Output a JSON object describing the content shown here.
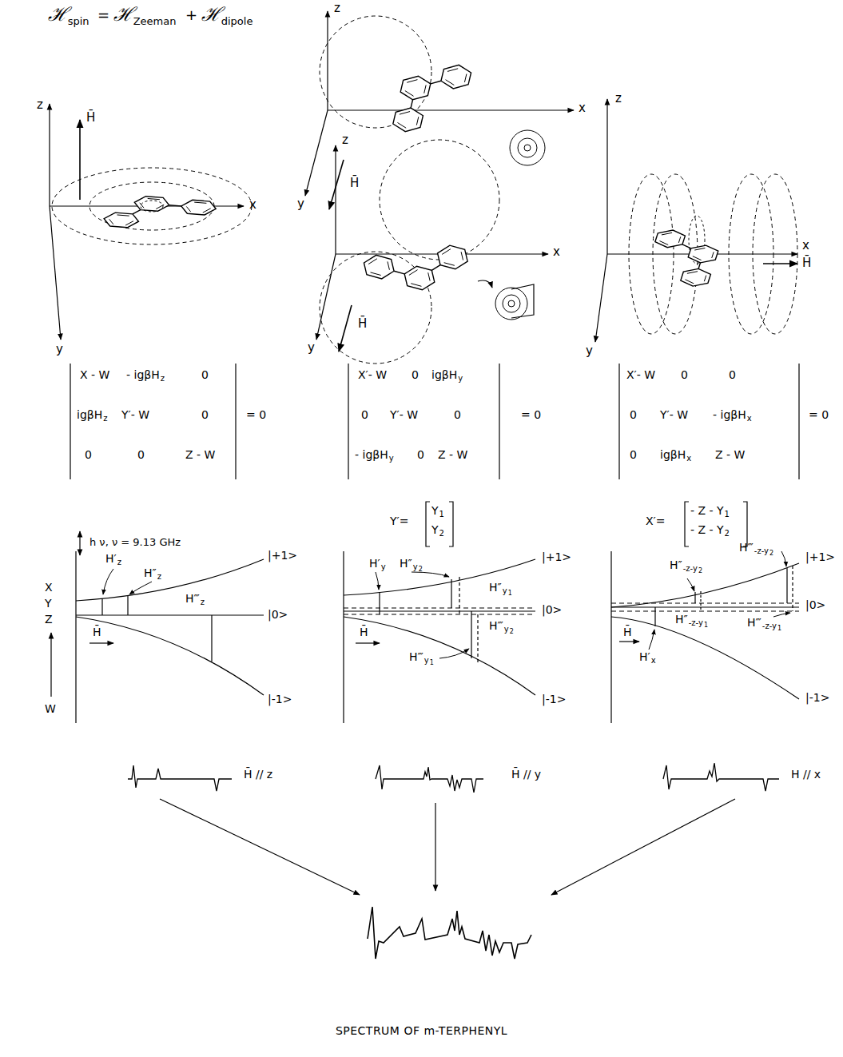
{
  "diagram": {
    "caption": "SPECTRUM OF m-TERPHENYL",
    "labels": [
      "ℋ",
      "spin",
      "=",
      "ℋ",
      "Zeeman",
      "+",
      "ℋ",
      "dipole",
      "z",
      "H̄",
      "x",
      "y",
      "z",
      "x",
      "z",
      "H̄",
      "y",
      "x",
      "H̄",
      "y",
      "z",
      "x",
      "H̄",
      "y",
      "X - W",
      "- igβH",
      "z",
      "0",
      "igβH",
      "z",
      "Y′- W",
      "0",
      "0",
      "0",
      "Z - W",
      "= 0",
      "X′- W",
      "0",
      "igβH",
      "y",
      "0",
      "Y′- W",
      "0",
      "- igβH",
      "y",
      "0",
      "Z - W",
      "= 0",
      "Y′=",
      "Y",
      "1",
      "Y",
      "2",
      "X′- W",
      "0",
      "0",
      "0",
      "Y′- W",
      "- igβH",
      "x",
      "0",
      "igβH",
      "x",
      "Z - W",
      "= 0",
      "X′=",
      "- Z - Y",
      "1",
      "- Z - Y",
      "2",
      "h ν, ν = 9.13 GHz",
      "X",
      "Y",
      "Z",
      "W",
      "H̄",
      "H′",
      "z",
      "H″",
      "z",
      "H‴",
      "z",
      "|+1>",
      "|0>",
      "|-1>",
      "H̄",
      "H′",
      "y",
      "H″",
      "y",
      "2",
      "H″",
      "y",
      "1",
      "H‴",
      "y",
      "2",
      "H‴",
      "y",
      "1",
      "|+1>",
      "|0>",
      "|-1>",
      "H̄",
      "H″",
      "-z-y",
      "2",
      "H‴",
      "-z-y",
      "2",
      "H″",
      "-z-y",
      "1",
      "H‴",
      "-z-y",
      "1",
      "H′",
      "x",
      "|+1>",
      "|0>",
      "|-1>",
      "H̄ // z",
      "H̄ // y",
      "H // x"
    ]
  }
}
